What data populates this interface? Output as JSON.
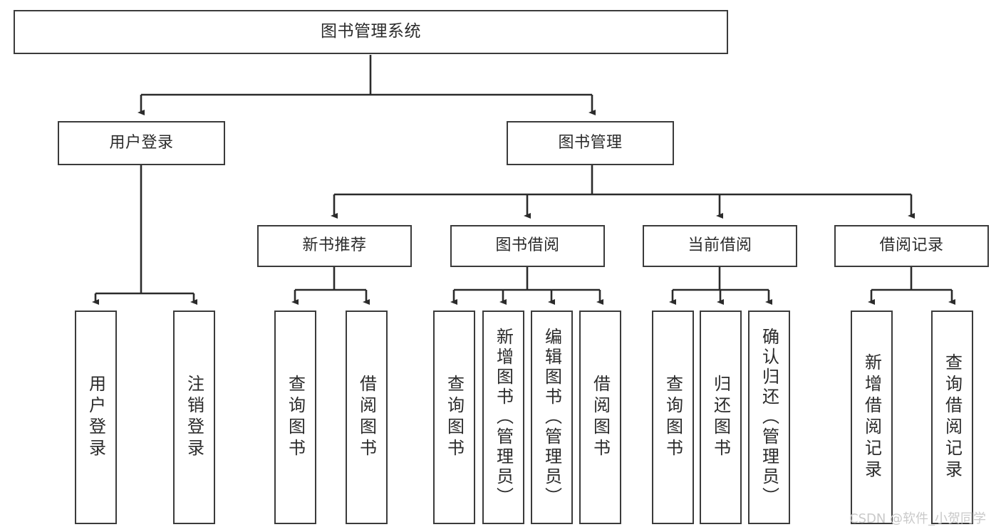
{
  "diagram": {
    "title": "图书管理系统",
    "type": "tree",
    "orientation": "top-down",
    "colors": {
      "box_border": "#3b3b3b",
      "box_fill": "#ffffff",
      "edge": "#2b2b2b",
      "text": "#2b2b2b",
      "watermark": "#c9c9c9",
      "background": "#ffffff"
    },
    "watermark": "CSDN @软件_小贺同学"
  },
  "nodes": {
    "root": {
      "label": "图书管理系统"
    },
    "level2": [
      {
        "id": "user-login",
        "label": "用户登录"
      },
      {
        "id": "book-manage",
        "label": "图书管理"
      }
    ],
    "level3": [
      {
        "id": "new-book-recommend",
        "label": "新书推荐"
      },
      {
        "id": "book-borrow",
        "label": "图书借阅"
      },
      {
        "id": "current-borrow",
        "label": "当前借阅"
      },
      {
        "id": "borrow-record",
        "label": "借阅记录"
      }
    ],
    "leaves": {
      "user-login": [
        {
          "id": "leaf-user-login",
          "label": "用户登录"
        },
        {
          "id": "leaf-logout",
          "label": "注销登录"
        }
      ],
      "new-book-recommend": [
        {
          "id": "leaf-query-book-1",
          "label": "查询图书"
        },
        {
          "id": "leaf-borrow-book-1",
          "label": "借阅图书"
        }
      ],
      "book-borrow": [
        {
          "id": "leaf-query-book-2",
          "label": "查询图书"
        },
        {
          "id": "leaf-add-book",
          "label": "新增图书（管理员）"
        },
        {
          "id": "leaf-edit-book",
          "label": "编辑图书（管理员）"
        },
        {
          "id": "leaf-borrow-book-2",
          "label": "借阅图书"
        }
      ],
      "current-borrow": [
        {
          "id": "leaf-query-book-3",
          "label": "查询图书"
        },
        {
          "id": "leaf-return-book",
          "label": "归还图书"
        },
        {
          "id": "leaf-confirm-return",
          "label": "确认归还（管理员）"
        }
      ],
      "borrow-record": [
        {
          "id": "leaf-add-record",
          "label": "新增借阅记录"
        },
        {
          "id": "leaf-query-record",
          "label": "查询借阅记录"
        }
      ]
    }
  }
}
